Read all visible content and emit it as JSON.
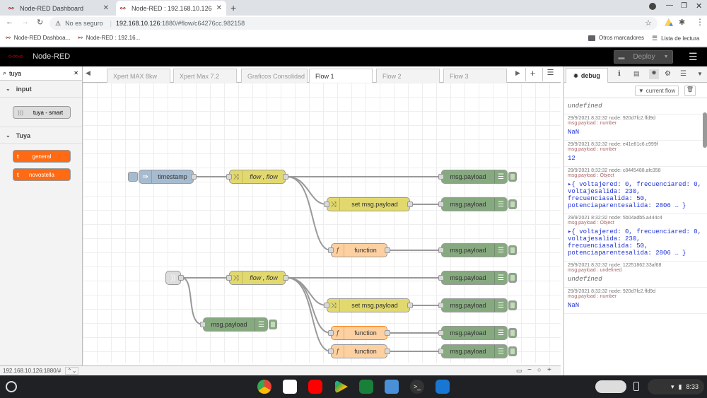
{
  "browser": {
    "tabs": [
      {
        "title": "Node-RED Dashboard",
        "active": false
      },
      {
        "title": "Node-RED : 192.168.10.126",
        "active": true
      }
    ],
    "security_label": "No es seguro",
    "url_host": "192.168.10.126",
    "url_rest": ":1880/#flow/c64276cc.982158",
    "bookmarks": [
      "Node-RED Dashboa...",
      "Node-RED : 192.16..."
    ],
    "other_bookmarks": "Otros marcadores",
    "reading_list": "Lista de lectura"
  },
  "header": {
    "title": "Node-RED",
    "deploy_label": "Deploy"
  },
  "palette": {
    "search_value": "tuya",
    "categories": [
      {
        "name": "input",
        "nodes": [
          "tuya - smart"
        ]
      },
      {
        "name": "Tuya",
        "nodes": [
          "general",
          "novostella"
        ]
      }
    ]
  },
  "workspace_tabs": [
    "Xpert MAX 8kw",
    "Xpert Max 7.2",
    "Graficos Consolidad",
    "Flow 1",
    "Flow 2",
    "Flow 3"
  ],
  "active_tab": "Flow 1",
  "flow_nodes": {
    "timestamp": "timestamp",
    "change_flow": "flow , flow",
    "set_payload": "set msg.payload",
    "function": "function",
    "debug": "msg.payload"
  },
  "footer": {
    "status_url": "192.168.10.126:1880/#"
  },
  "sidebar": {
    "tab_label": "debug",
    "filter_label": "current flow",
    "messages": [
      {
        "meta": "",
        "topic": "",
        "value": "undefined",
        "kind": "undef"
      },
      {
        "meta": "29/9/2021 8:32:32   node: 920d7fc2.ffd9d",
        "topic": "msg.payload : number",
        "value": "NaN",
        "kind": "num"
      },
      {
        "meta": "29/9/2021 8:32:32   node: e41e81c6.c999f",
        "topic": "msg.payload : number",
        "value": "12",
        "kind": "num"
      },
      {
        "meta": "29/9/2021 8:32:32   node: c8445488.afc358",
        "topic": "msg.payload : Object",
        "value": "▸{ voltajered: 0, frecuenciared: 0, voltajesalida: 230, frecuenciasalida: 50, potenciaparentesalida: 2806 … }",
        "kind": "obj"
      },
      {
        "meta": "29/9/2021 8:32:32   node: 5b04adb5.a444c4",
        "topic": "msg.payload : Object",
        "value": "▸{ voltajered: 0, frecuenciared: 0, voltajesalida: 230, frecuenciasalida: 50, potenciaparentesalida: 2806 … }",
        "kind": "obj"
      },
      {
        "meta": "29/9/2021 8:32:32   node: 12251862.33af68",
        "topic": "msg.payload : undefined",
        "value": "undefined",
        "kind": "undef"
      },
      {
        "meta": "29/9/2021 8:32:32   node: 920d7fc2.ffd9d",
        "topic": "msg.payload : number",
        "value": "NaN",
        "kind": "num"
      }
    ]
  },
  "taskbar": {
    "time": "8:33"
  }
}
